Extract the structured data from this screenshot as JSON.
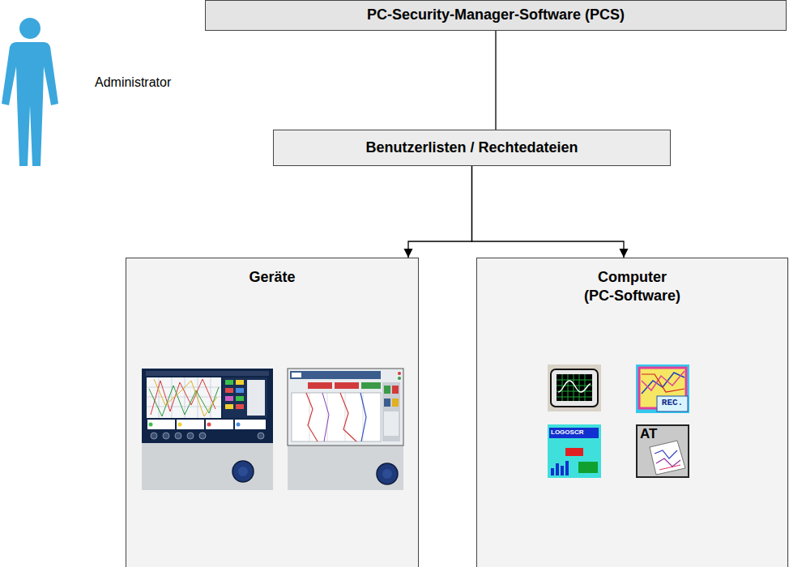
{
  "diagram": {
    "nodes": [
      {
        "text": [
          "PC-Security-Manager-Software (PCS)"
        ]
      },
      {
        "text": [
          "Benutzerlisten / Rechtedateien"
        ]
      },
      {
        "text": [
          "Geräte"
        ]
      },
      {
        "text": [
          "Computer (PC-Software)"
        ]
      }
    ],
    "edges": [
      {
        "from": 0,
        "to": 1,
        "arrow": "none"
      },
      {
        "from": 1,
        "to": 2,
        "arrow": "to"
      },
      {
        "from": 1,
        "to": 3,
        "arrow": "to"
      }
    ],
    "labels": [
      "Administrator",
      "REC.",
      "LOGOSCR",
      "AT"
    ]
  }
}
